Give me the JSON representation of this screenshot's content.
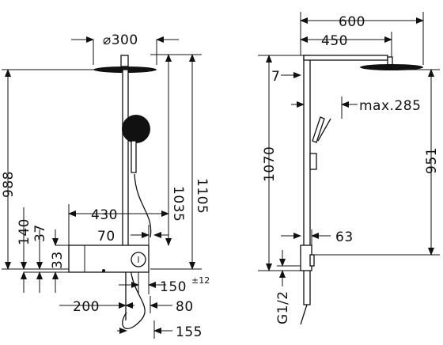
{
  "labels": {
    "diameter": "⌀300",
    "h1105": "1105",
    "h1035": "1035",
    "h988": "988",
    "h140": "140",
    "h37": "37",
    "h33": "33",
    "w430": "430",
    "w70": "70",
    "w150": "150",
    "tol12": "±12",
    "w200": "200",
    "w80": "80",
    "w155": "155",
    "w600": "600",
    "w450": "450",
    "h7": "7",
    "max285": "max.285",
    "h1070": "1070",
    "h951": "951",
    "w63": "63",
    "thread": "G1/2"
  }
}
